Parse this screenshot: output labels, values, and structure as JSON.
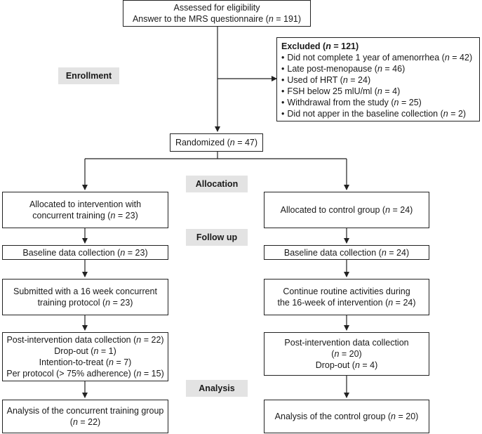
{
  "stages": {
    "enrollment": "Enrollment",
    "allocation": "Allocation",
    "follow_up": "Follow up",
    "analysis": "Analysis"
  },
  "assessed": {
    "line1": "Assessed for eligibility",
    "line2": "Answer to the MRS questionnaire (n = 191)"
  },
  "excluded": {
    "title": "Excluded (n = 121)",
    "items": [
      "Did not complete 1 year of amenorrhea (n = 42)",
      "Late post-menopause (n = 46)",
      "Used of HRT (n = 24)",
      "FSH below 25 mlU/ml (n = 4)",
      "Withdrawal from the study (n = 25)",
      "Did not apper in the baseline collection (n = 2)"
    ]
  },
  "randomized": "Randomized (n = 47)",
  "intervention": {
    "allocated": [
      "Allocated to intervention with",
      "concurrent training (n = 23)"
    ],
    "baseline": "Baseline data collection (n = 23)",
    "protocol": [
      "Submitted with a 16 week concurrent",
      "training protocol (n = 23)"
    ],
    "post": [
      "Post-intervention data collection (n = 22)",
      "Drop-out (n = 1)",
      "Intention-to-treat (n = 7)",
      "Per protocol (> 75% adherence) (n = 15)"
    ],
    "analysis": [
      "Analysis of the concurrent training group",
      "(n = 22)"
    ]
  },
  "control": {
    "allocated": "Allocated to control group (n = 24)",
    "baseline": "Baseline data collection (n = 24)",
    "routine": [
      "Continue routine activities during",
      "the 16-week of intervention (n = 24)"
    ],
    "post": [
      "Post-intervention data collection",
      "(n = 20)",
      "Drop-out (n = 4)"
    ],
    "analysis": "Analysis of the control group (n = 20)"
  }
}
